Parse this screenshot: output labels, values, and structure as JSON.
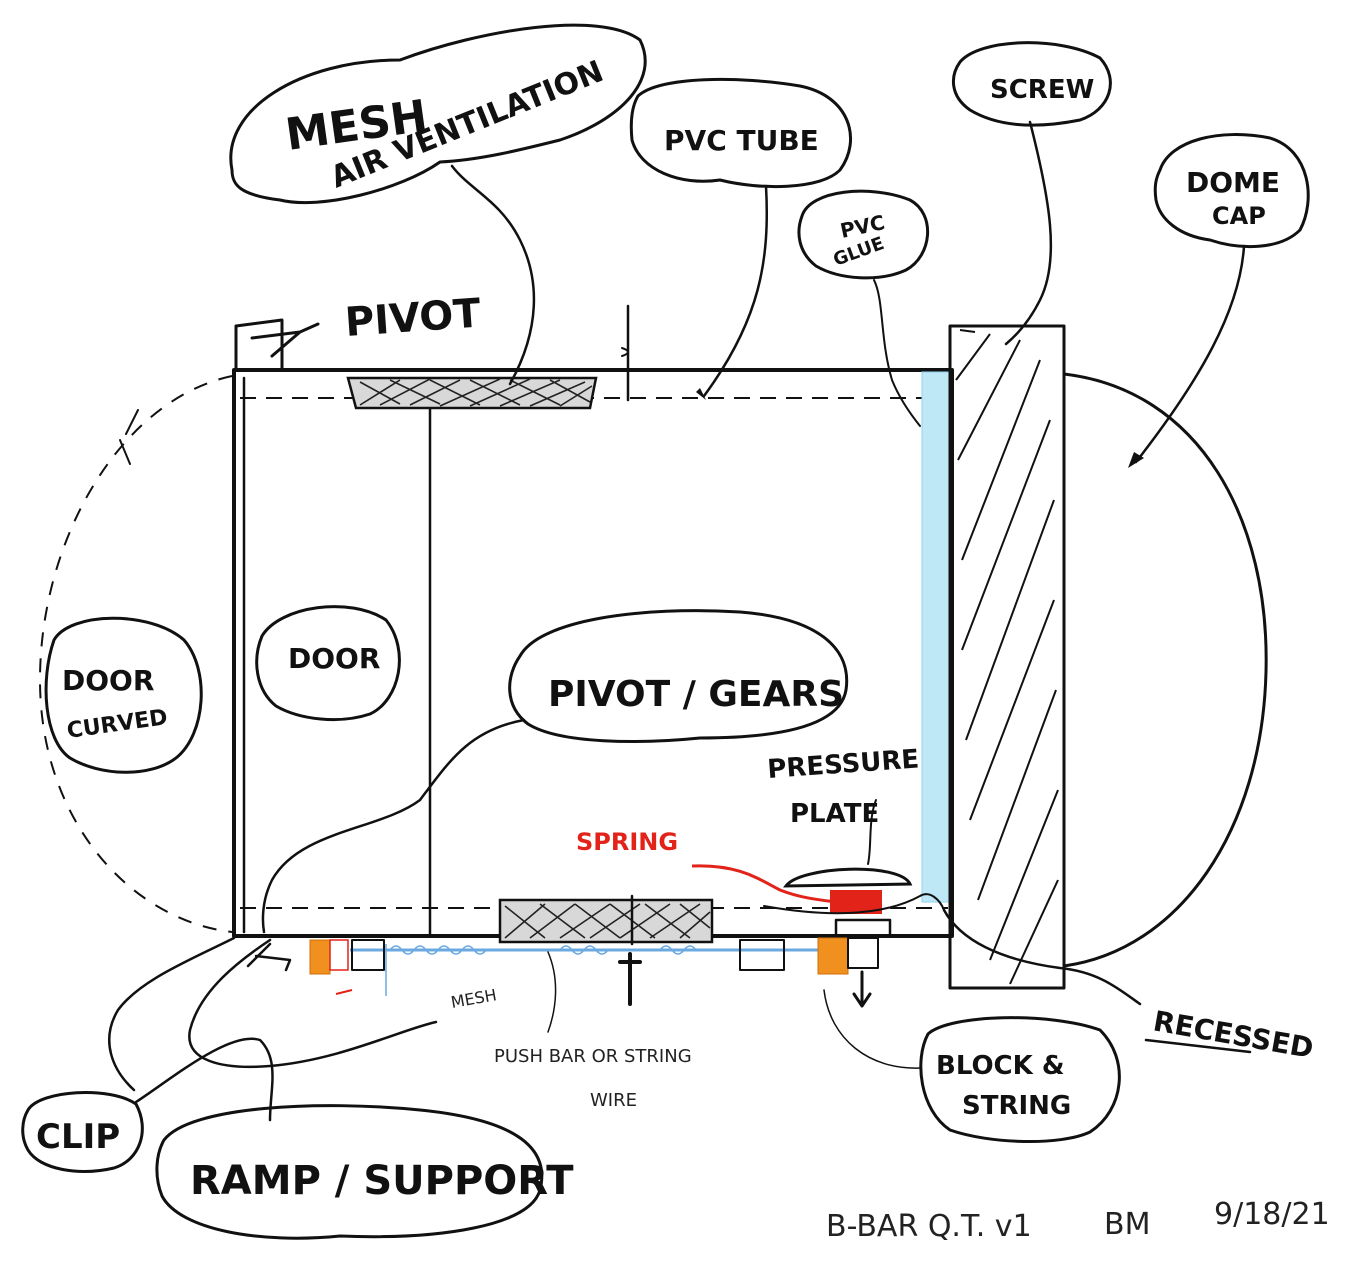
{
  "labels": {
    "mesh_air_line1": "MESH",
    "mesh_air_line2": "AIR VENTILATION",
    "pvc_tube": "PVC TUBE",
    "screw": "SCREW",
    "dome_cap_line1": "DOME",
    "dome_cap_line2": "CAP",
    "pvc_glue_line1": "PVC",
    "pvc_glue_line2": "GLUE",
    "pivot_top": "PIVOT",
    "door_label": "DOOR",
    "door_swing_line1": "DOOR",
    "door_swing_line2": "CURVED",
    "pivot_gears": "PIVOT / GEARS",
    "pressure_plate_line1": "PRESSURE",
    "pressure_plate_line2": "PLATE",
    "spring": "SPRING",
    "mesh_bottom": "MESH",
    "push_bar_line1": "PUSH BAR  OR  STRING",
    "push_bar_line2": "WIRE",
    "block_line1": "BLOCK &",
    "block_line2": "STRING",
    "recessed": "RECESSED",
    "clip": "CLIP",
    "ramp_support": "RAMP / SUPPORT",
    "signature_title": "B-BAR Q.T. v1",
    "signature_initials": "BM",
    "signature_date": "9/18/21"
  },
  "colors": {
    "ink": "#111111",
    "spring": "#e2231a",
    "pvc_glue": "#bfe8f7",
    "wire": "#6aa9e0",
    "block": "#f0901e"
  }
}
